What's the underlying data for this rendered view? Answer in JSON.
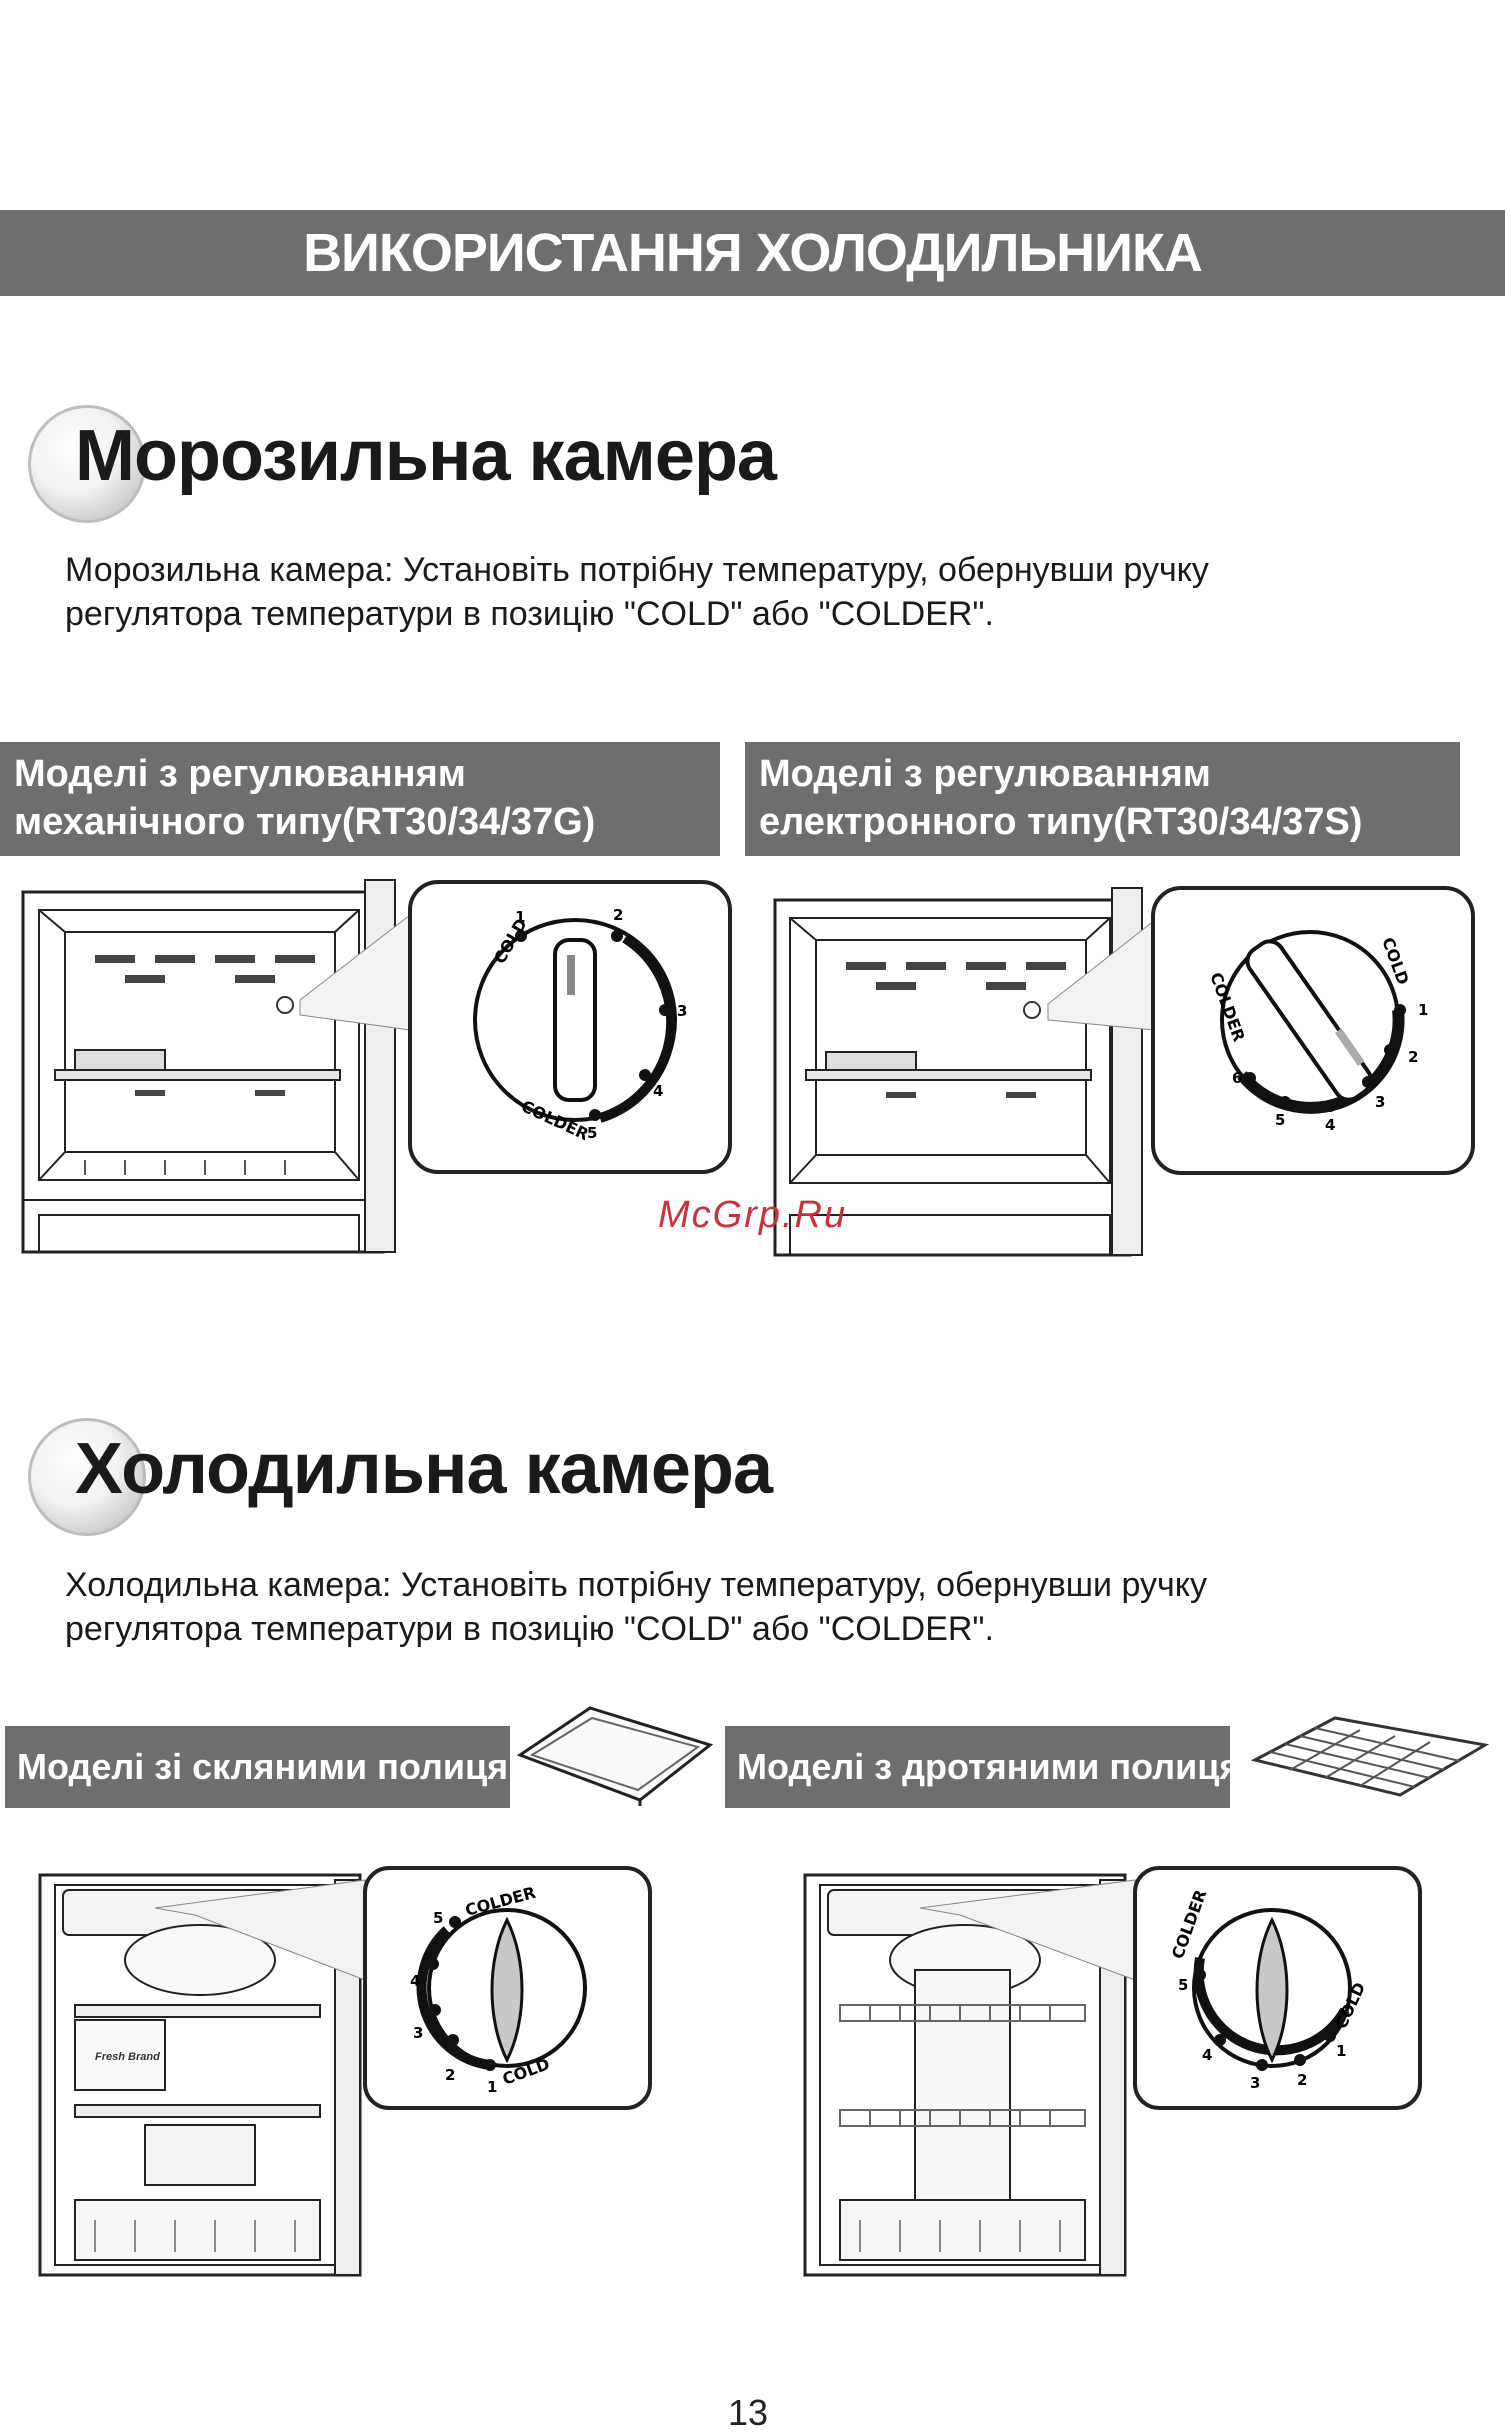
{
  "header": {
    "title": "ВИКОРИСТАННЯ ХОЛОДИЛЬНИКА"
  },
  "freezer": {
    "title": "Морозильна камера",
    "line1": "Морозильна камера: Установіть потрібну температуру, обернувши ручку",
    "line2": "регулятора температури в позицію \"COLD\" або \"COLDER\".",
    "mechanical_label_1": "Моделі з регулюванням",
    "mechanical_label_2": "механічного типу(RT30/34/37G)",
    "electronic_label_1": "Моделі з регулюванням",
    "electronic_label_2": "електронного типу(RT30/34/37S)",
    "mech_dial": {
      "cold": "COLD",
      "colder": "COLDER",
      "positions": [
        "1",
        "2",
        "3",
        "4",
        "5"
      ]
    },
    "elec_dial": {
      "cold": "COLD",
      "colder": "COLDER",
      "positions": [
        "1",
        "2",
        "3",
        "4",
        "5",
        "6"
      ]
    }
  },
  "fridge": {
    "title": "Холодильна камера",
    "line1": "Холодильна камера: Установіть потрібну температуру, обернувши ручку",
    "line2": "регулятора температури в позицію \"COLD\" або \"COLDER\".",
    "glass_label": "Моделі зі скляними полицями",
    "wire_label": "Моделі з дротяними полицями",
    "glass_dial": {
      "cold": "COLD",
      "colder": "COLDER",
      "positions": [
        "1",
        "2",
        "3",
        "4",
        "5"
      ]
    },
    "wire_dial": {
      "cold": "COLD",
      "colder": "COLDER",
      "positions": [
        "1",
        "2",
        "3",
        "4",
        "5"
      ]
    },
    "fresh_brand": "Fresh Brand"
  },
  "watermark": "McGrp.Ru",
  "page_number": "13"
}
